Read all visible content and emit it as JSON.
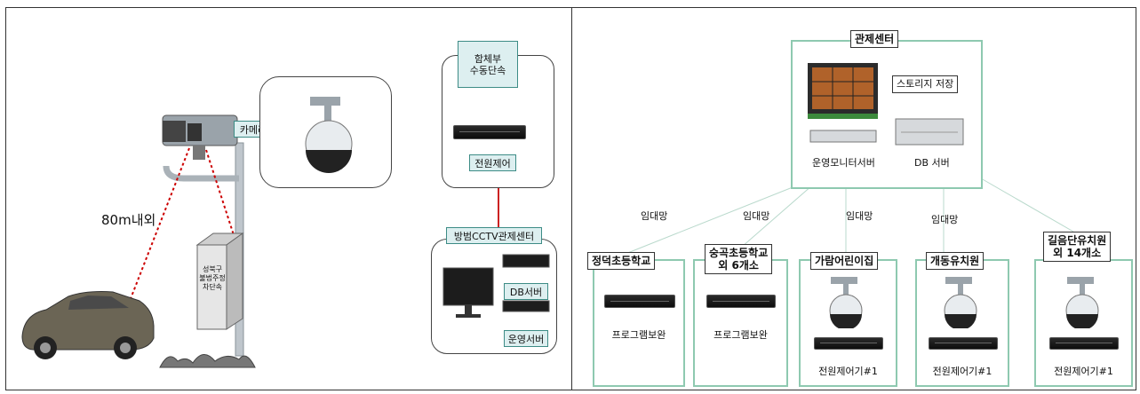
{
  "left": {
    "distance_label": "80m내외",
    "camera_unit": "카메라부",
    "enforcement_box": [
      "성북구",
      "불법주정",
      "차단속"
    ],
    "manual_enforcement": [
      "함체부",
      "수동단속"
    ],
    "power_control": "전원제어",
    "control_center": "방범CCTV관제센터",
    "db_server": "DB서버",
    "ops_server": "운영서버"
  },
  "right": {
    "center_title": "관제센터",
    "storage": "스토리지 저장",
    "ops_monitor_server": "운영모니터서버",
    "db_server": "DB 서버",
    "network_labels": [
      "임대망",
      "임대망",
      "임대망",
      "임대망"
    ],
    "sites": [
      {
        "title": [
          "정덕초등학교"
        ],
        "label": "프로그램보완",
        "has_camera": false
      },
      {
        "title": [
          "숭곡초등학교",
          "외 6개소"
        ],
        "label": "프로그램보완",
        "has_camera": false
      },
      {
        "title": [
          "가람어린이집"
        ],
        "label": "전원제어기#1",
        "has_camera": true
      },
      {
        "title": [
          "개동유치원"
        ],
        "label": "전원제어기#1",
        "has_camera": true
      },
      {
        "title": [
          "길음단유치원",
          "외 14개소"
        ],
        "label": "전원제어기#1",
        "has_camera": true
      }
    ]
  },
  "colors": {
    "teal_fill": "#ddeff0",
    "site_border": "#8ec9b0",
    "link_line": "#cc2222",
    "laser": "#cc0000"
  }
}
